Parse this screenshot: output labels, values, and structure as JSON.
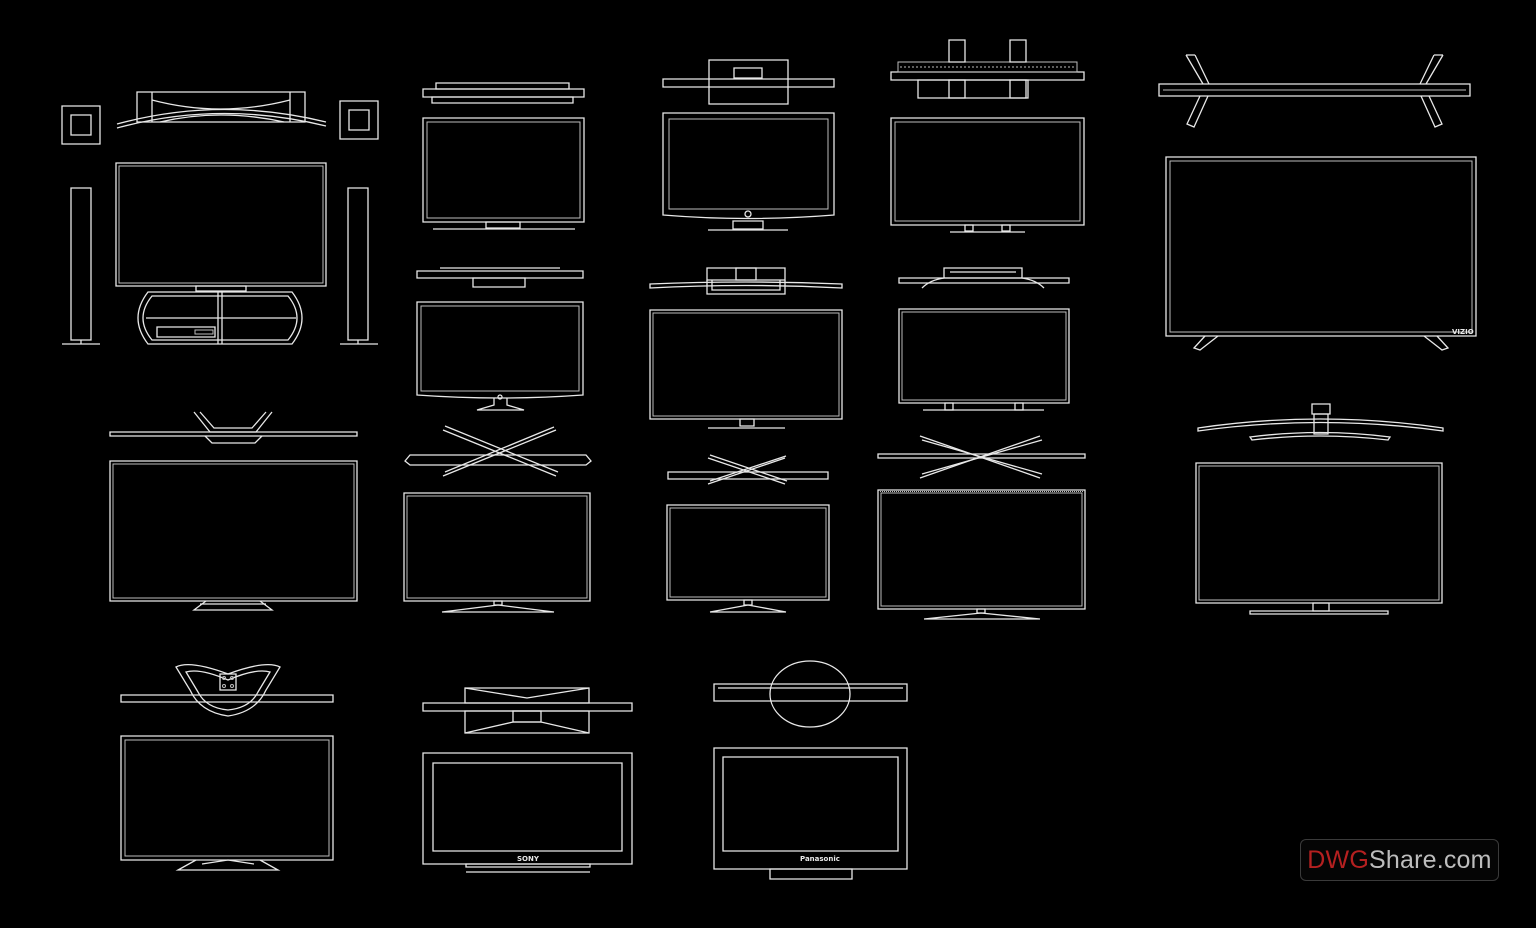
{
  "drawing": {
    "background": "#000000",
    "line_color": "#e8e8e8",
    "brand_labels": {
      "vizio": "VIZIO",
      "sony": "SONY",
      "panasonic": "Panasonic"
    }
  },
  "watermark": {
    "part_a": "DWG",
    "part_b": "Share.com",
    "accent_color": "#b52020"
  }
}
